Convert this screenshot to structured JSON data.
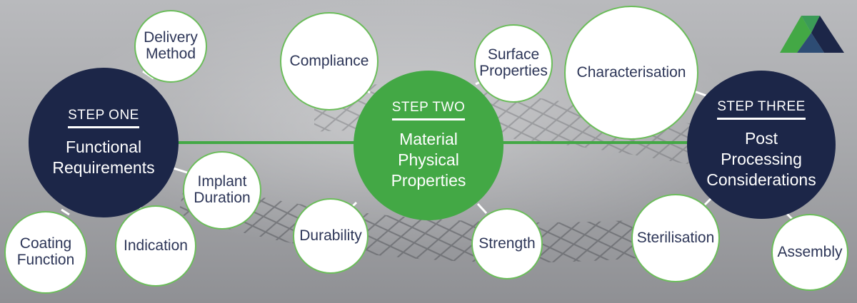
{
  "steps": [
    {
      "label": "STEP ONE",
      "title_lines": [
        "Functional",
        "Requirements"
      ]
    },
    {
      "label": "STEP TWO",
      "title_lines": [
        "Material",
        "Physical",
        "Properties"
      ]
    },
    {
      "label": "STEP THREE",
      "title_lines": [
        "Post",
        "Processing",
        "Considerations"
      ]
    }
  ],
  "nodes": {
    "delivery_method": [
      "Delivery",
      "Method"
    ],
    "implant_duration": [
      "Implant",
      "Duration"
    ],
    "coating_function": [
      "Coating",
      "Function"
    ],
    "indication": "Indication",
    "compliance": "Compliance",
    "surface_properties": [
      "Surface",
      "Properties"
    ],
    "durability": "Durability",
    "strength": "Strength",
    "characterisation": "Characterisation",
    "sterilisation": "Sterilisation",
    "assembly": "Assembly"
  },
  "colors": {
    "navy": "#1c2648",
    "green": "#43a845",
    "connector": "#6bbd5a",
    "text_dark": "#2c3557"
  },
  "icons": {
    "logo": "triangle-logo-icon"
  }
}
